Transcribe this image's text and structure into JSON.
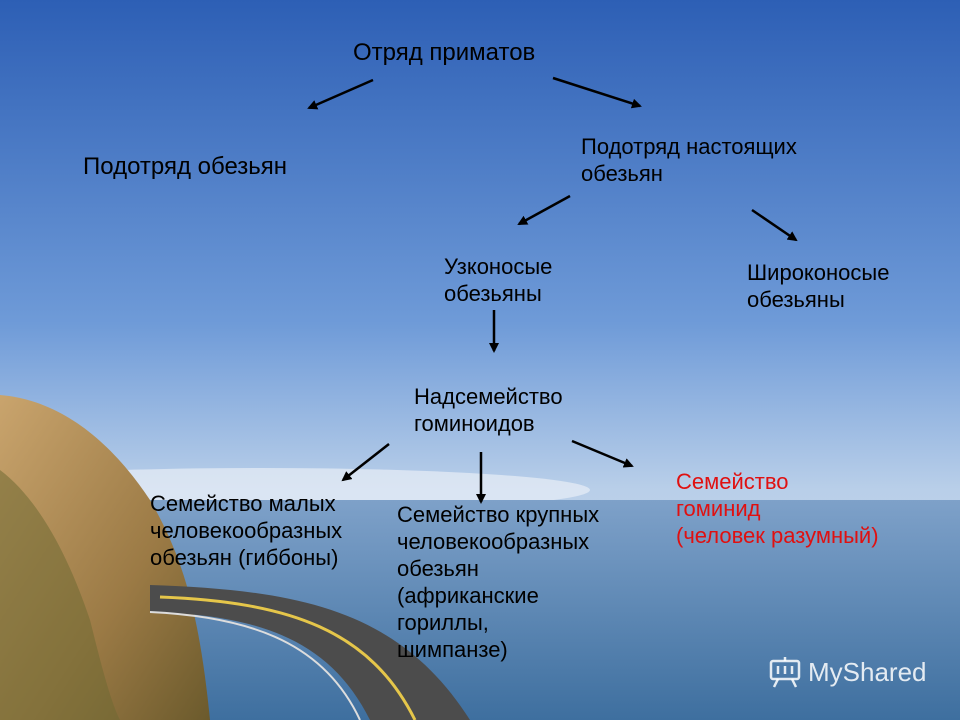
{
  "title": "Отряд приматов",
  "nodes": {
    "suborder_monkeys": "Подотряд обезьян",
    "suborder_true_monkeys": "Подотряд настоящих\nобезьян",
    "narrow_nosed": "Узконосые\nобезьяны",
    "broad_nosed": "Широконосые\nобезьяны",
    "hominoids": "Надсемейство\nгоминоидов",
    "lesser_apes": "Семейство малых\nчеловекообразных\nобезьян (гиббоны)",
    "great_apes": "Семейство крупных\nчеловекообразных\nобезьян\n(африканские\nгориллы,\nшимпанзе)",
    "hominids": "Семейство\nгоминид\n(человек разумный)"
  },
  "colors": {
    "highlight": "#e01010"
  },
  "watermark": {
    "text": "MyShared",
    "icon": "presentation-board-icon"
  }
}
